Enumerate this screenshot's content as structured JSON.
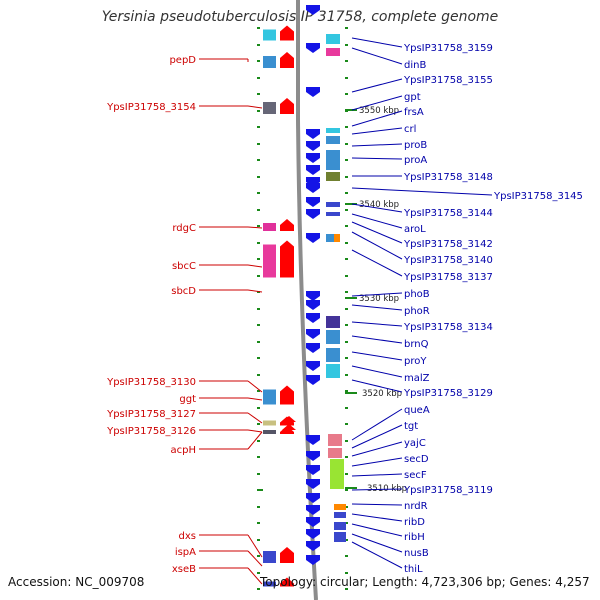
{
  "title": "Yersinia pseudotuberculosis IP 31758, complete genome",
  "footer": {
    "accession": "Accession: NC_009708",
    "summary": "Topology: circular; Length: 4,723,306 bp; Genes: 4,257"
  },
  "colors": {
    "backbone": "#8c8c8c",
    "left_label": "#cc0000",
    "right_label": "#0000aa",
    "left_arrow": "#ff0000",
    "right_arrow": "#1414e6",
    "tick": "#1a8a1a"
  },
  "scale_labels": [
    "3550 kbp",
    "3540 kbp",
    "3530 kbp",
    "3520 kbp",
    "3510 kbp"
  ],
  "left_genes": [
    "pepD",
    "YpsIP31758_3154",
    "rdgC",
    "sbcC",
    "sbcD",
    "YpsIP31758_3130",
    "ggt",
    "YpsIP31758_3127",
    "YpsIP31758_3126",
    "acpH",
    "dxs",
    "ispA",
    "xseB"
  ],
  "right_genes": [
    "YpsIP31758_3159",
    "dinB",
    "YpsIP31758_3155",
    "gpt",
    "frsA",
    "crl",
    "proB",
    "proA",
    "YpsIP31758_3148",
    "YpsIP31758_3145",
    "YpsIP31758_3144",
    "aroL",
    "YpsIP31758_3142",
    "YpsIP31758_3140",
    "YpsIP31758_3137",
    "phoB",
    "phoR",
    "YpsIP31758_3134",
    "brnQ",
    "proY",
    "malZ",
    "YpsIP31758_3129",
    "queA",
    "tgt",
    "yajC",
    "secD",
    "secF",
    "YpsIP31758_3119",
    "nrdR",
    "ribD",
    "ribH",
    "nusB",
    "thiL"
  ]
}
